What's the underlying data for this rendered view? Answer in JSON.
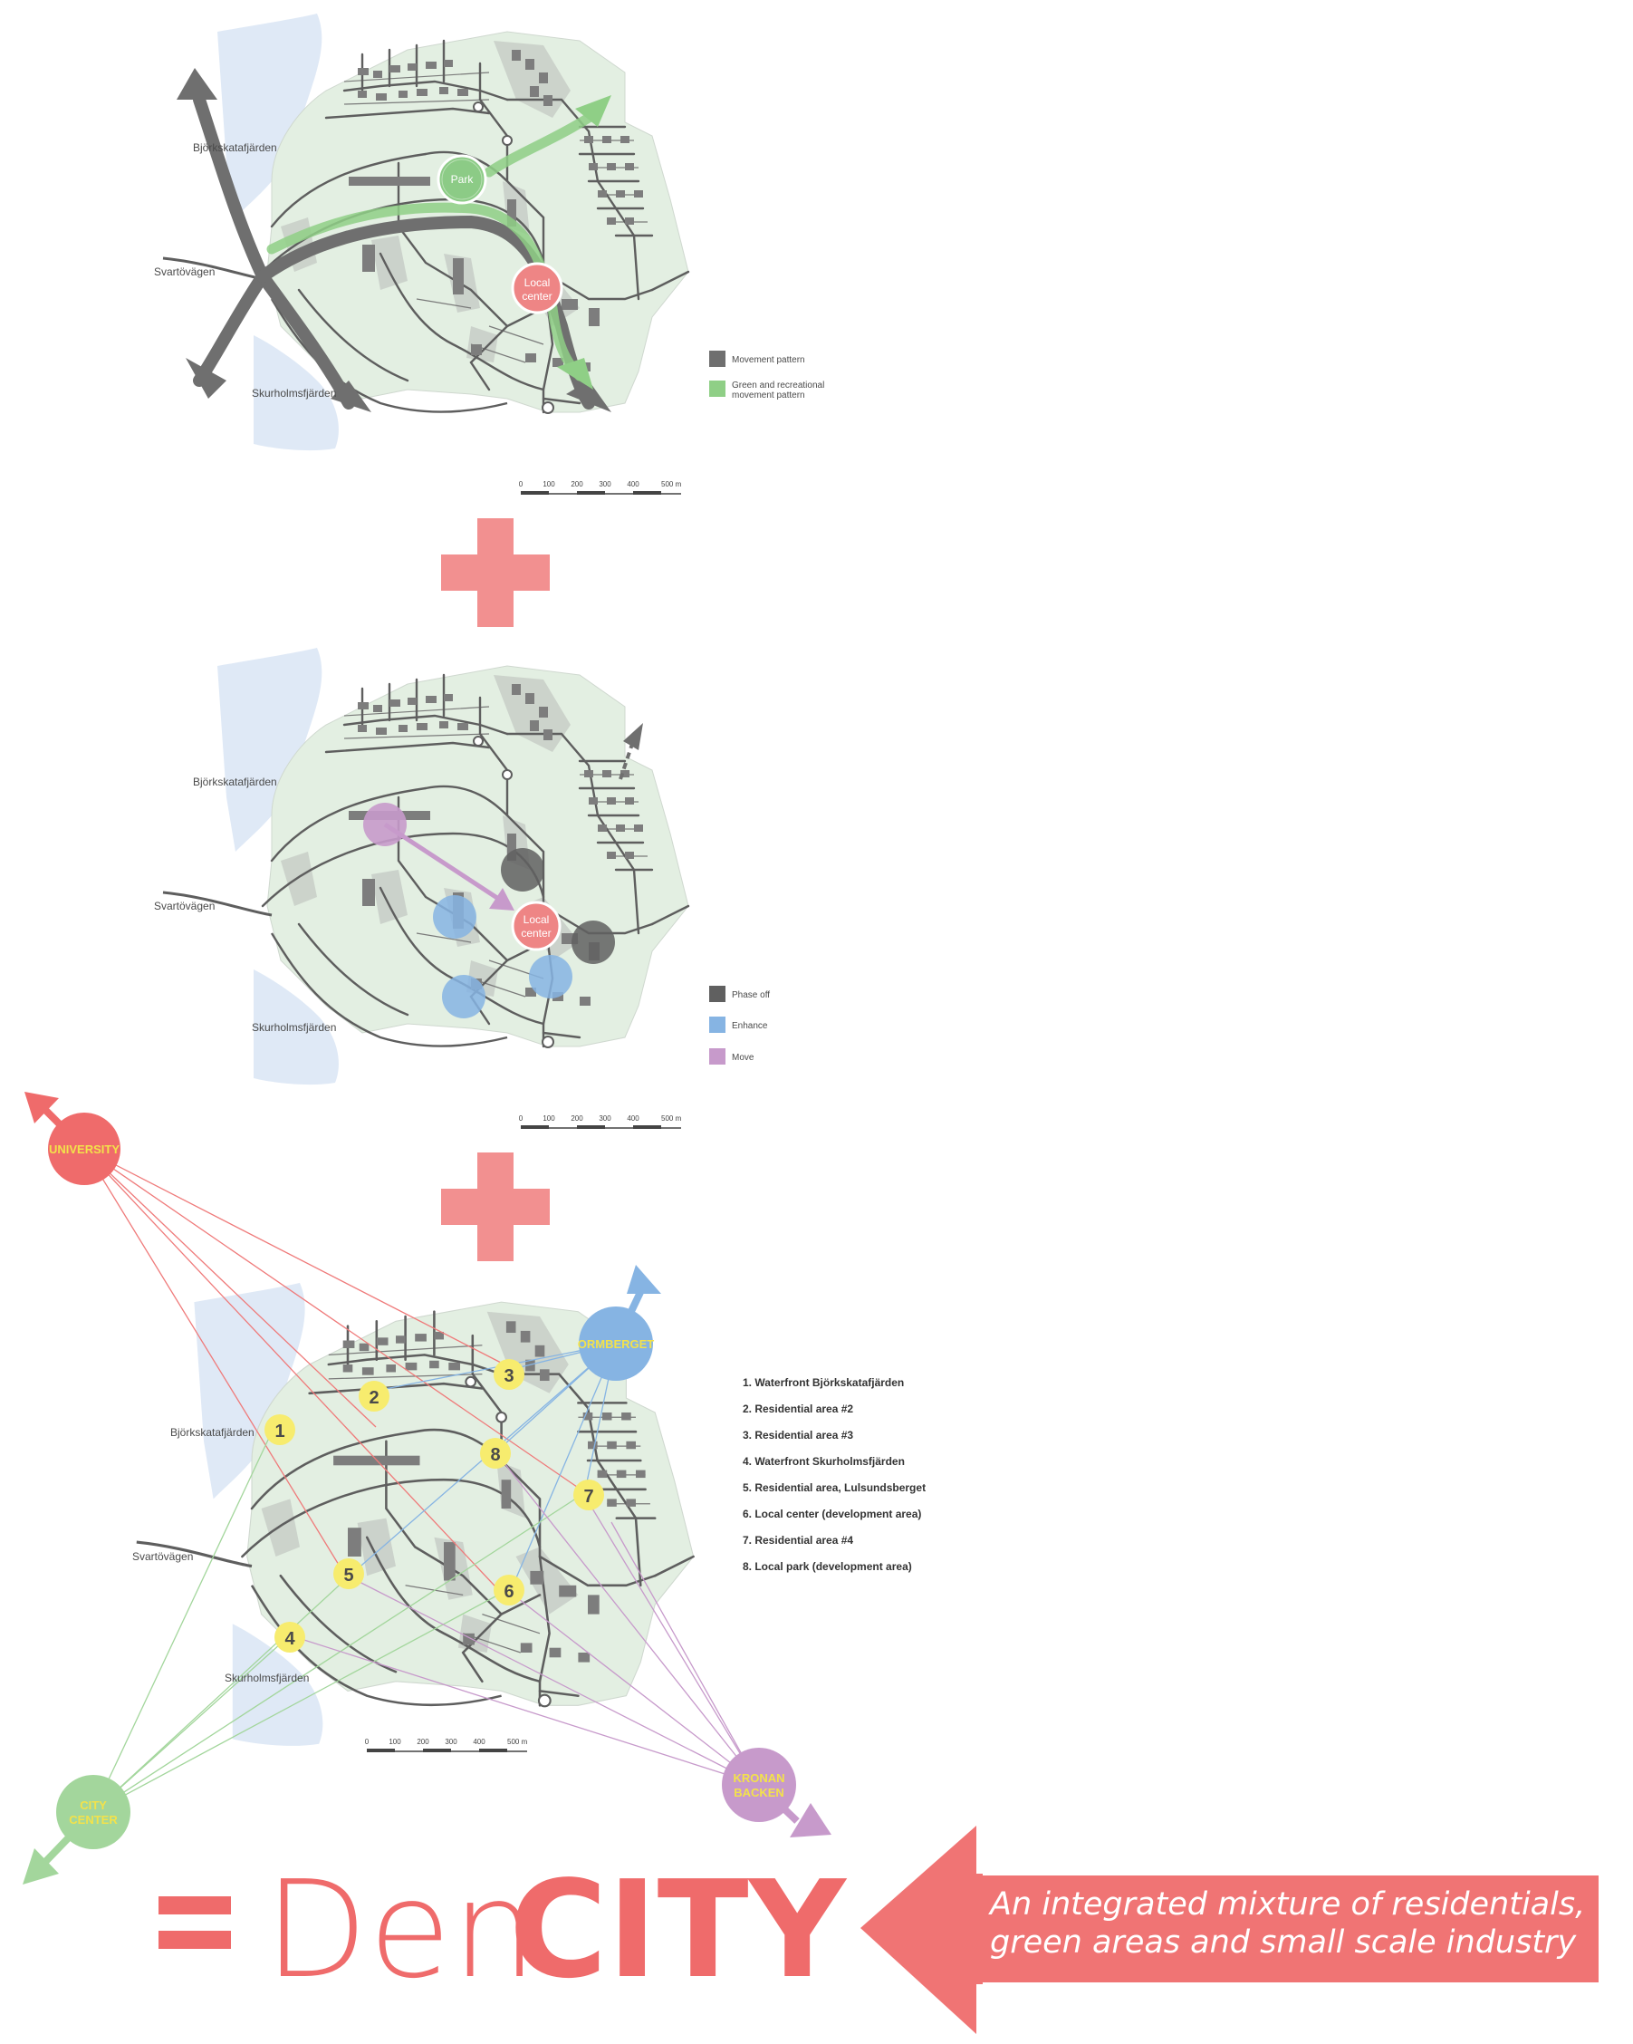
{
  "map1": {
    "places": {
      "north_water": "Björkskatafjärden",
      "road": "Svartövägen",
      "south_water": "Skurholmsfjärden"
    },
    "nodes": {
      "park": "Park",
      "center_line1": "Local",
      "center_line2": "center"
    },
    "legend": [
      {
        "label": "Movement pattern",
        "color": "#6f6f6f"
      },
      {
        "label": "Green and recreational movement pattern",
        "color": "#8fcf86"
      }
    ],
    "scale": [
      "0",
      "100",
      "200",
      "300",
      "400",
      "500 m"
    ]
  },
  "map2": {
    "places": {
      "north_water": "Björkskatafjärden",
      "road": "Svartövägen",
      "south_water": "Skurholmsfjärden"
    },
    "nodes": {
      "center_line1": "Local",
      "center_line2": "center"
    },
    "legend": [
      {
        "label": "Phase off",
        "color": "#606060"
      },
      {
        "label": "Enhance",
        "color": "#86b4e3"
      },
      {
        "label": "Move",
        "color": "#c79acb"
      }
    ],
    "scale": [
      "0",
      "100",
      "200",
      "300",
      "400",
      "500 m"
    ]
  },
  "map3": {
    "places": {
      "north_water": "Björkskatafjärden",
      "road": "Svartövägen",
      "south_water": "Skurholmsfjärden"
    },
    "nodes": {
      "university": "UNIVERSITY",
      "ormberget": "ORMBERGET",
      "city_center_line1": "CITY",
      "city_center_line2": "CENTER",
      "kronan_line1": "KRONAN",
      "kronan_line2": "BACKEN"
    },
    "markers": [
      "1",
      "2",
      "3",
      "4",
      "5",
      "6",
      "7",
      "8"
    ],
    "list": [
      "1. Waterfront Björkskatafjärden",
      "2. Residential area #2",
      "3. Residential area #3",
      "4. Waterfront Skurholmsfjärden",
      "5. Residential area, Lulsundsberget",
      "6. Local center (development area)",
      "7. Residential area #4",
      "8. Local park (development area)"
    ],
    "scale": [
      "0",
      "100",
      "200",
      "300",
      "400",
      "500 m"
    ]
  },
  "result": {
    "equals": "=",
    "den": "Den",
    "city": "CITY",
    "tagline_line1": "An integrated mixture of residentials,",
    "tagline_line2": "green areas and small scale industry"
  },
  "colors": {
    "plus": "#f29090",
    "land": "#e3efe2",
    "water": "#dfe9f6",
    "road": "#5e5e5e",
    "accent": "#ef6b6b",
    "yellow_marker": "#f7ec6e"
  }
}
